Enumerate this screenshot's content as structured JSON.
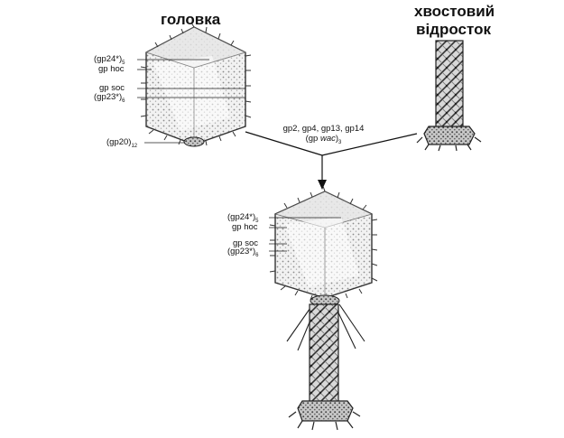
{
  "titles": {
    "head": "головка",
    "tail_line1": "хвостовий",
    "tail_line2": "відросток"
  },
  "head_labels": {
    "gp24": "(gp24*)",
    "gp24_sub": "5",
    "hoc": "gp hoc",
    "soc": "gp soc",
    "gp23": "(gp23*)",
    "gp23_sub": "6",
    "gp20": "(gp20)",
    "gp20_sub": "12"
  },
  "assembly": {
    "line1": "gp2, gp4, gp13, gp14",
    "line2_prefix": "(gp ",
    "line2_italic": "wac",
    "line2_suffix": ")",
    "line2_sub": "3"
  },
  "phage_labels": {
    "gp24": "(gp24*)",
    "gp24_sub": "5",
    "hoc": "gp hoc",
    "soc": "gp soc",
    "gp23": "(gp23*)",
    "gp23_sub": "6"
  },
  "colors": {
    "ink": "#111111",
    "stipple": "#9a9a9a",
    "background": "#ffffff"
  }
}
